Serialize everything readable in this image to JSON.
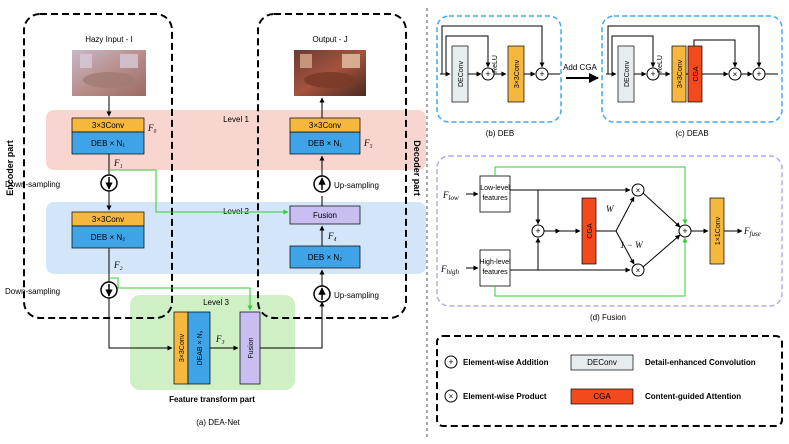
{
  "colors": {
    "conv": "#F5B83C",
    "deb": "#3FA3E8",
    "fusion": "#C9BDF2",
    "cga": "#F24A1D",
    "deconv": "#E7ECEF",
    "level1": "#F9D5D0",
    "level2": "#D3E5F8",
    "level3": "#CFF0C4",
    "green_arrow": "#33CC33",
    "blue_dash": "#3FA9F5",
    "purple_dash": "#B3A8EE"
  },
  "left": {
    "encoder_label": "Encoder part",
    "decoder_label": "Decoder part",
    "input_label": "Hazy Input - I",
    "output_label": "Output - J",
    "level1": "Level 1",
    "level2": "Level 2",
    "level3": "Level 3",
    "conv": "3×3Conv",
    "deb_n1": "DEB × N₁",
    "deb_n2": "DEB × N₂",
    "deb_n3": "DEB × N₂",
    "deb_n4": "DEB × N₁",
    "deab_n3": "DEAB × N₃",
    "fusion": "Fusion",
    "f0": "F₀",
    "f1": "F₁",
    "f2": "F₂",
    "f3": "F₃",
    "f4": "F₄",
    "f5": "F₅",
    "down1": "Down-sampling",
    "down2": "Down-sampling",
    "up1": "Up-sampling",
    "up2": "Up-sampling",
    "ft_part": "Feature transform part",
    "caption": "(a) DEA-Net"
  },
  "deb": {
    "deconv": "DEConv",
    "relu": "ReLU",
    "conv": "3×3Conv",
    "caption": "(b) DEB"
  },
  "add_cga": "Add CGA",
  "deab": {
    "deconv": "DEConv",
    "relu": "ReLU",
    "conv": "3×3Conv",
    "cga": "CGA",
    "caption": "(c) DEAB"
  },
  "fusion": {
    "f_low": "F_low",
    "f_high": "F_high",
    "low_feat_1": "Low-level",
    "low_feat_2": "features",
    "high_feat_1": "High-level",
    "high_feat_2": "features",
    "cga": "CGA",
    "w": "W",
    "one_minus_w": "1 − W",
    "conv": "1×1Conv",
    "f_fuse": "F_fuse",
    "caption": "(d) Fusion"
  },
  "legend": {
    "add": "Element-wise Addition",
    "product": "Element-wise Product",
    "deconv_box": "DEConv",
    "deconv_desc": "Detail-enhanced Convolution",
    "cga_box": "CGA",
    "cga_desc": "Content-guided Attention"
  }
}
